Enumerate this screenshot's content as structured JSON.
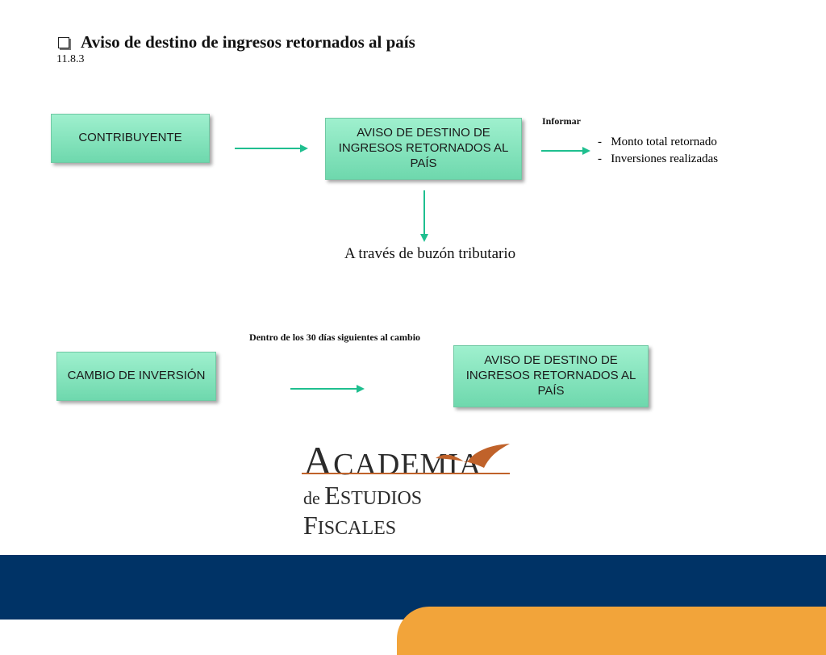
{
  "header": {
    "title": "Aviso de destino de ingresos retornados al país",
    "section_number": "11.8.3"
  },
  "diagram": {
    "node_contribuyente": "CONTRIBUYENTE",
    "node_aviso_top": "AVISO DE DESTINO DE INGRESOS RETORNADOS AL PAÍS",
    "label_informar": "Informar",
    "list_items": [
      "Monto total retornado",
      "Inversiones realizadas"
    ],
    "label_buzon": "A través de buzón tributario",
    "node_cambio": "CAMBIO DE INVERSIÓN",
    "label_plazo": "Dentro de los 30 días siguientes al cambio",
    "node_aviso_bottom": "AVISO DE DESTINO DE INGRESOS RETORNADOS AL PAÍS"
  },
  "logo": {
    "line1": "Academia",
    "line2": "de Estudios Fiscales",
    "accent_color": "#c0622a"
  },
  "colors": {
    "box_fill": "#7ee0b8",
    "arrow": "#1fbf8f",
    "footer_bar": "#003366",
    "footer_accent": "#f2a43a"
  }
}
